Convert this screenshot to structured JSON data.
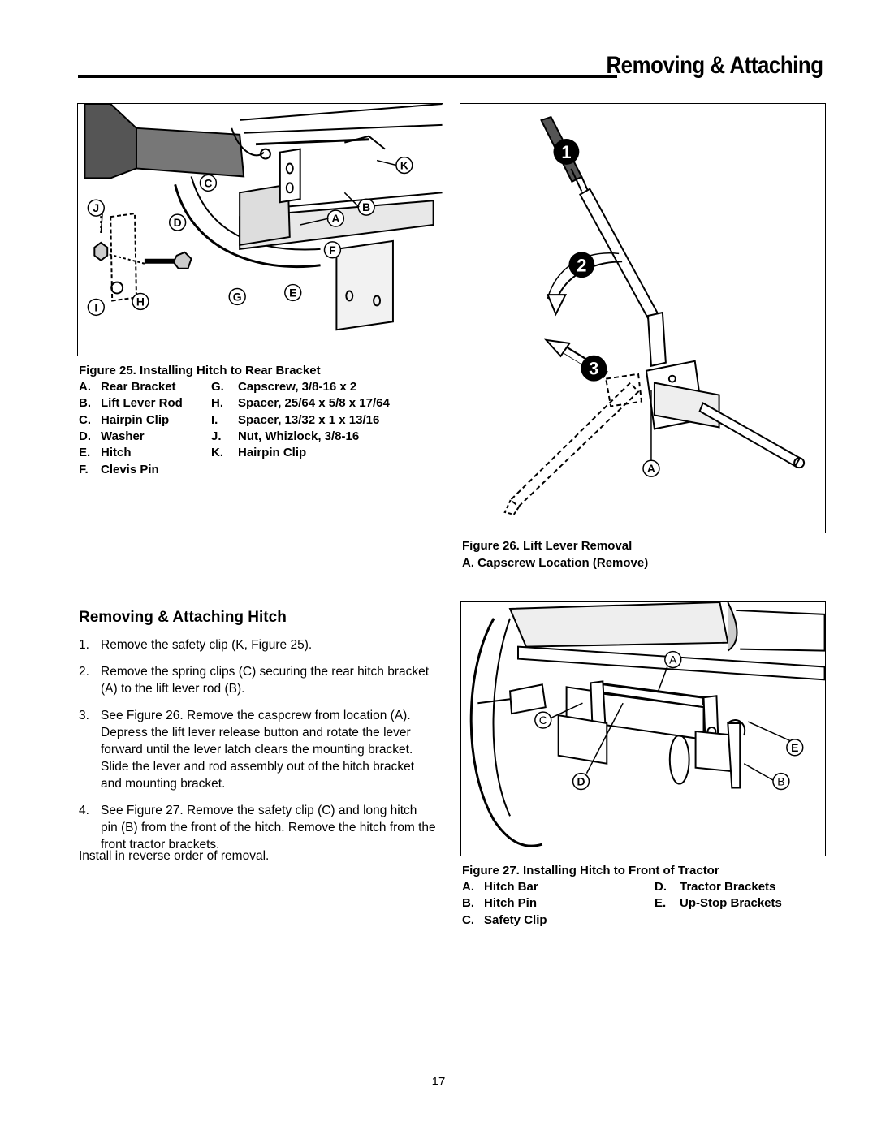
{
  "header": {
    "title": "Removing & Attaching"
  },
  "figure25": {
    "callouts": [
      "K",
      "C",
      "J",
      "B",
      "D",
      "A",
      "F",
      "G",
      "E",
      "I",
      "H"
    ],
    "caption": "Figure 25. Installing Hitch to Rear Bracket",
    "legend": [
      [
        "A.",
        "Rear Bracket",
        "G.",
        "Capscrew, 3/8-16 x 2"
      ],
      [
        "B.",
        "Lift Lever Rod",
        "H.",
        "Spacer, 25/64 x 5/8 x 17/64"
      ],
      [
        "C.",
        "Hairpin Clip",
        "I.",
        "Spacer, 13/32 x 1 x 13/16"
      ],
      [
        "D.",
        "Washer",
        "J.",
        "Nut, Whizlock, 3/8-16"
      ],
      [
        "E.",
        "Hitch",
        "K.",
        "Hairpin Clip"
      ],
      [
        "F.",
        "Clevis Pin",
        "",
        ""
      ]
    ]
  },
  "figure26": {
    "steps": [
      "1",
      "2",
      "3"
    ],
    "callout": "A",
    "caption": "Figure 26.  Lift Lever Removal",
    "legend": "A.  Capscrew Location (Remove)"
  },
  "figure27": {
    "callouts": [
      "A",
      "C",
      "E",
      "D",
      "B"
    ],
    "caption": "Figure 27. Installing Hitch to Front of Tractor",
    "legend": [
      [
        "A.",
        "Hitch Bar",
        "D.",
        "Tractor Brackets"
      ],
      [
        "B.",
        "Hitch Pin",
        "E.",
        "Up-Stop Brackets"
      ],
      [
        "C.",
        "Safety Clip",
        "",
        ""
      ]
    ]
  },
  "section": {
    "heading": "Removing & Attaching Hitch",
    "steps": [
      {
        "num": "1.",
        "text": "Remove the safety clip (K, Figure 25)."
      },
      {
        "num": "2.",
        "text": "Remove the spring clips (C) securing the rear hitch bracket (A) to the lift lever rod (B)."
      },
      {
        "num": "3.",
        "text": "See Figure 26.  Remove the caspcrew from location (A).  Depress the lift lever release button and rotate the lever forward until the lever latch clears the mounting bracket.  Slide the lever and rod assembly out of the hitch bracket and mounting bracket."
      },
      {
        "num": "4.",
        "text": "See Figure 27.  Remove the safety clip (C) and long hitch pin (B) from the front of the hitch.  Remove the hitch from the front tractor brackets."
      }
    ],
    "final": "Install in reverse order of removal."
  },
  "page_number": "17"
}
